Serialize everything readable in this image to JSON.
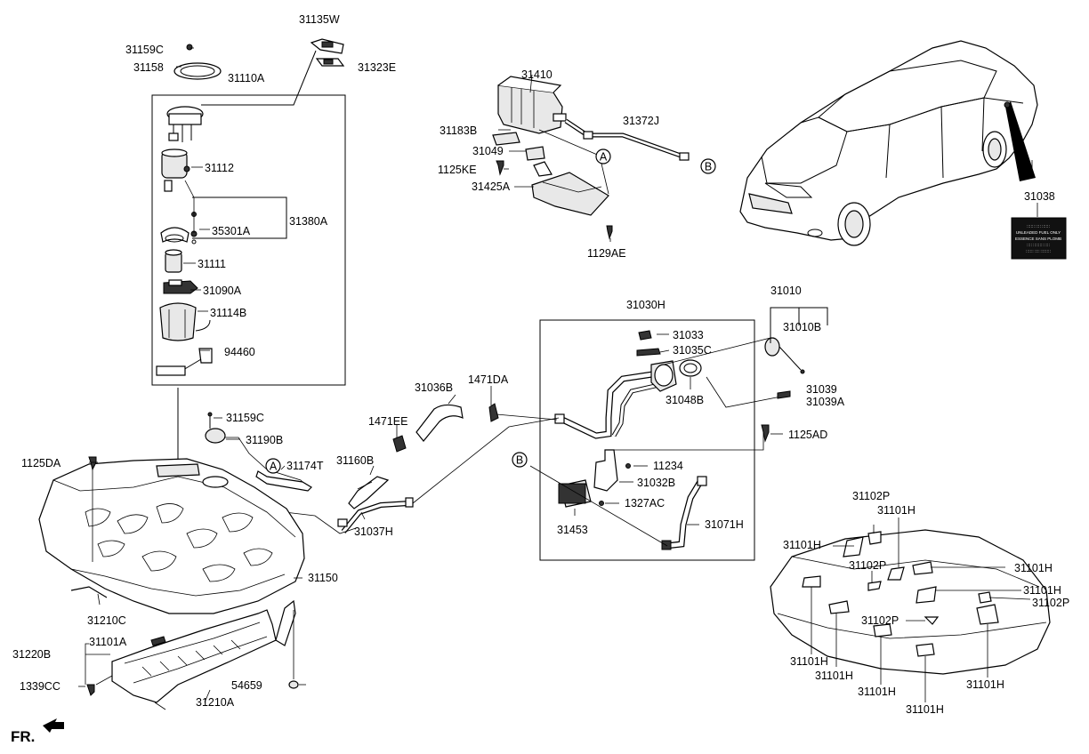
{
  "labels": {
    "p31135W": "31135W",
    "p31159C_top": "31159C",
    "p31158": "31158",
    "p31323E": "31323E",
    "p31110A": "31110A",
    "p31112": "31112",
    "p31380A": "31380A",
    "p35301A": "35301A",
    "p31111": "31111",
    "p31090A": "31090A",
    "p31114B": "31114B",
    "p94460": "94460",
    "p31410": "31410",
    "p31183B": "31183B",
    "p31049": "31049",
    "p1125KE": "1125KE",
    "p31425A": "31425A",
    "p31372J": "31372J",
    "p1129AE": "1129AE",
    "p31038": "31038",
    "p31010": "31010",
    "p31030H": "31030H",
    "p31033": "31033",
    "p31035C": "31035C",
    "p31010B": "31010B",
    "p31048B": "31048B",
    "p31039": "31039",
    "p31039A": "31039A",
    "p1471DA": "1471DA",
    "p31036B": "31036B",
    "p1471EE": "1471EE",
    "p1125AD": "1125AD",
    "p11234": "11234",
    "p31032B": "31032B",
    "p1327AC": "1327AC",
    "p31453": "31453",
    "p31071H": "31071H",
    "p31159C_mid": "31159C",
    "p31190B": "31190B",
    "p1125DA": "1125DA",
    "p31174T": "31174T",
    "p31160B": "31160B",
    "p31037H": "31037H",
    "p31150": "31150",
    "p31210C": "31210C",
    "p31220B": "31220B",
    "p31101A": "31101A",
    "p1339CC": "1339CC",
    "p54659": "54659",
    "p31210A": "31210A",
    "h31102P_1": "31102P",
    "h31101H_1": "31101H",
    "h31101H_2": "31101H",
    "h31101H_3": "31101H",
    "h31102P_2": "31102P",
    "h31101H_4": "31101H",
    "h31102P_3": "31102P",
    "h31102P_4": "31102P",
    "h31101H_5": "31101H",
    "h31101H_6": "31101H",
    "h31101H_7": "31101H",
    "h31101H_8": "31101H",
    "h31101H_9": "31101H",
    "marker_A": "A",
    "marker_B": "B",
    "fr": "FR."
  },
  "fuel_label_text": {
    "line1": "UNLEADED FUEL ONLY",
    "line2": "ESSENCE SANS PLOMB"
  }
}
